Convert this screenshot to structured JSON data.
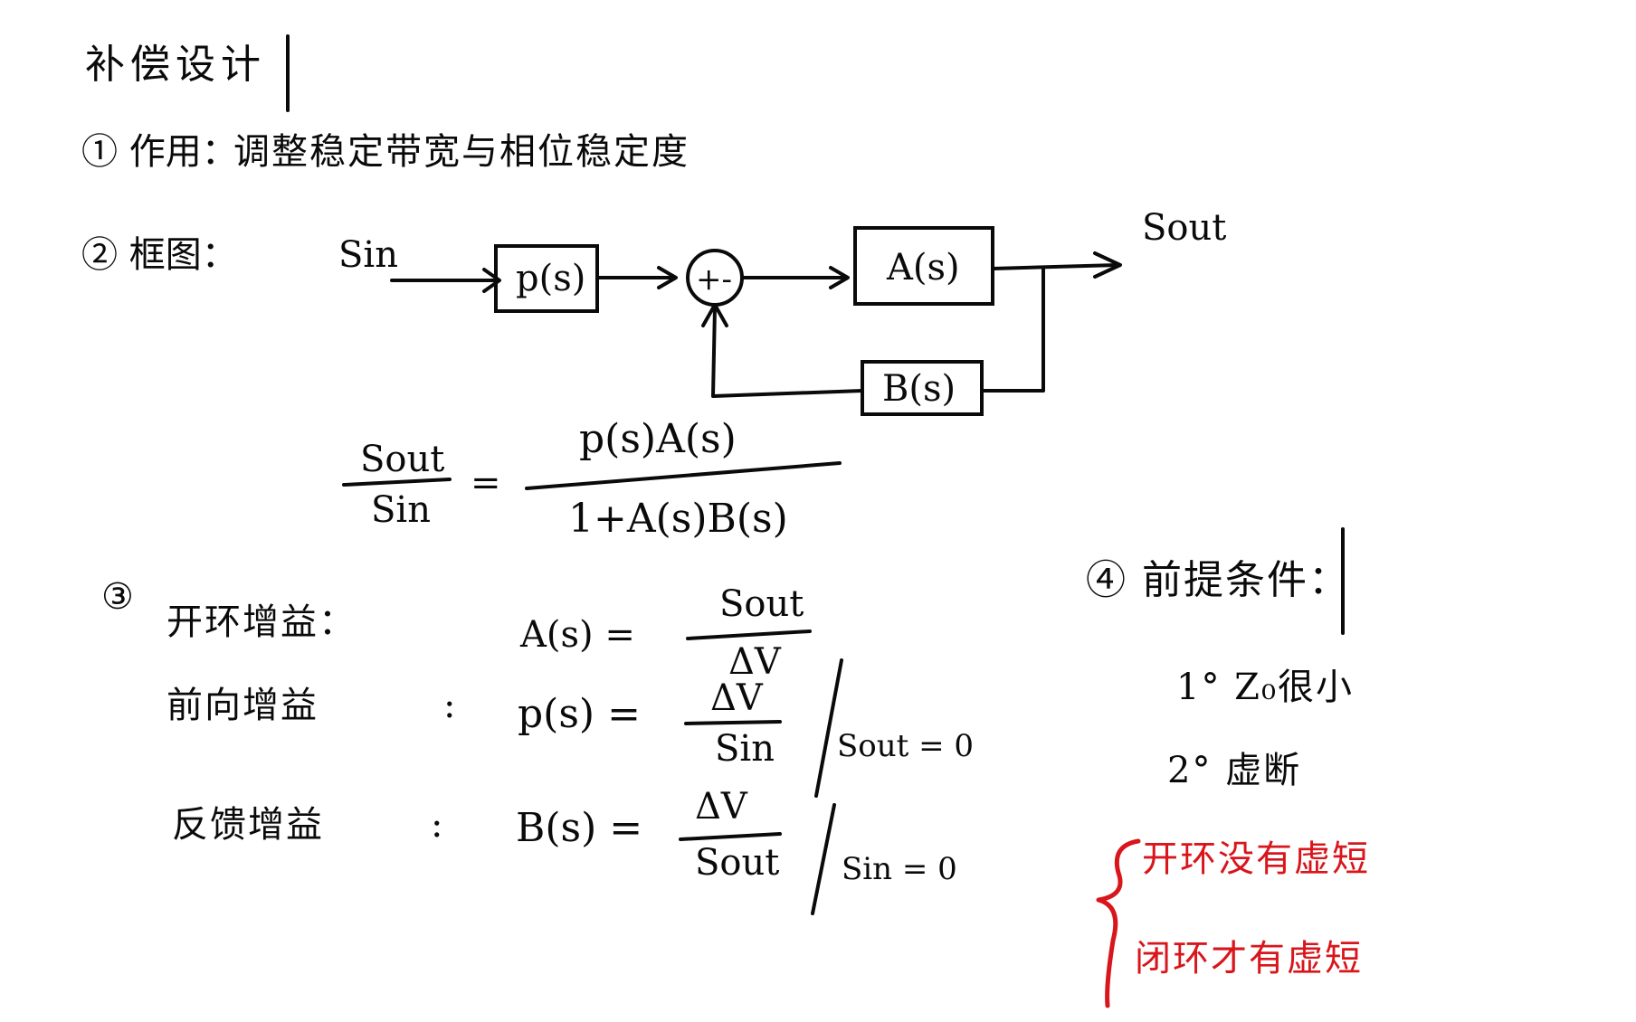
{
  "title": "补偿设计",
  "item1": {
    "label": "① 作用：",
    "text": "调整稳定带宽与相位稳定度"
  },
  "item2": {
    "label": "② 框图：",
    "input": "Sin",
    "output": "Sout",
    "blocks": {
      "p": "p(s)",
      "a": "A(s)",
      "b": "B(s)"
    },
    "sum": "+-"
  },
  "transfer": {
    "lhs_num": "Sout",
    "lhs_den": "Sin",
    "equals": "=",
    "rhs_num": "p(s)A(s)",
    "rhs_den": "1+A(s)B(s)"
  },
  "item3": {
    "label": "③",
    "rows": [
      {
        "name": "开环增益：",
        "lhs": "A(s) =",
        "num": "Sout",
        "den": "ΔV",
        "cond": ""
      },
      {
        "name": "前向增益",
        "colon": ":",
        "lhs": "p(s) =",
        "num": "ΔV",
        "den": "Sin",
        "cond": "Sout = 0"
      },
      {
        "name": "反馈增益",
        "colon": ":",
        "lhs": "B(s) =",
        "num": "ΔV",
        "den": "Sout",
        "cond": "Sin = 0"
      }
    ]
  },
  "item4": {
    "label": "④ 前提条件：",
    "conds": [
      "1° Z₀很小",
      "2° 虚断"
    ],
    "notes": [
      "开环没有虚短",
      "闭环才有虚短"
    ]
  }
}
